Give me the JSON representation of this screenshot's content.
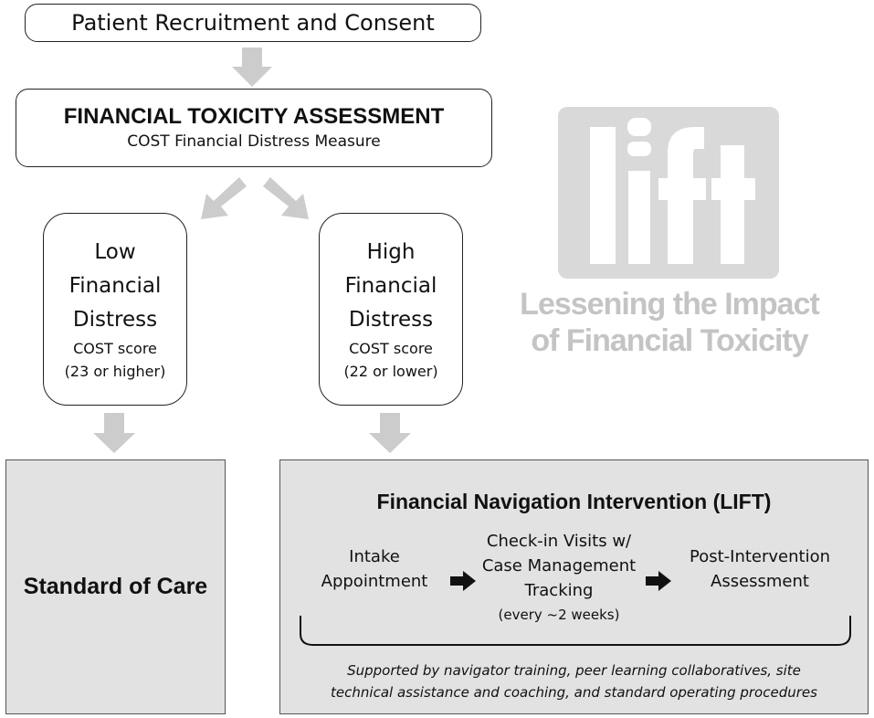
{
  "recruitment": {
    "label": "Patient Recruitment and Consent"
  },
  "assessment": {
    "title": "FINANCIAL TOXICITY ASSESSMENT",
    "subtitle": "COST Financial Distress Measure"
  },
  "low_distress": {
    "line1": "Low",
    "line2": "Financial",
    "line3": "Distress",
    "score_label": "COST score",
    "score_range": "(23 or higher)"
  },
  "high_distress": {
    "line1": "High",
    "line2": "Financial",
    "line3": "Distress",
    "score_label": "COST score",
    "score_range": "(22 or lower)"
  },
  "standard_of_care": {
    "label": "Standard of Care"
  },
  "intervention": {
    "title": "Financial Navigation Intervention (LIFT)",
    "steps": [
      {
        "line1": "Intake",
        "line2": "Appointment"
      },
      {
        "line1": "Check-in Visits w/",
        "line2": "Case Management",
        "line3": "Tracking",
        "note": "(every ~2 weeks)"
      },
      {
        "line1": "Post-Intervention",
        "line2": "Assessment"
      }
    ],
    "support_line1": "Supported by navigator training, peer learning collaboratives, site",
    "support_line2": "technical assistance and coaching, and standard operating procedures"
  },
  "logo": {
    "wordmark": "lift",
    "caption_line1": "Lessening the Impact",
    "caption_line2": "of Financial Toxicity"
  },
  "colors": {
    "arrow_gray": "#cccccc",
    "panel_gray": "#e2e2e2",
    "logo_gray": "#d9d9d9",
    "border": "#222222"
  }
}
